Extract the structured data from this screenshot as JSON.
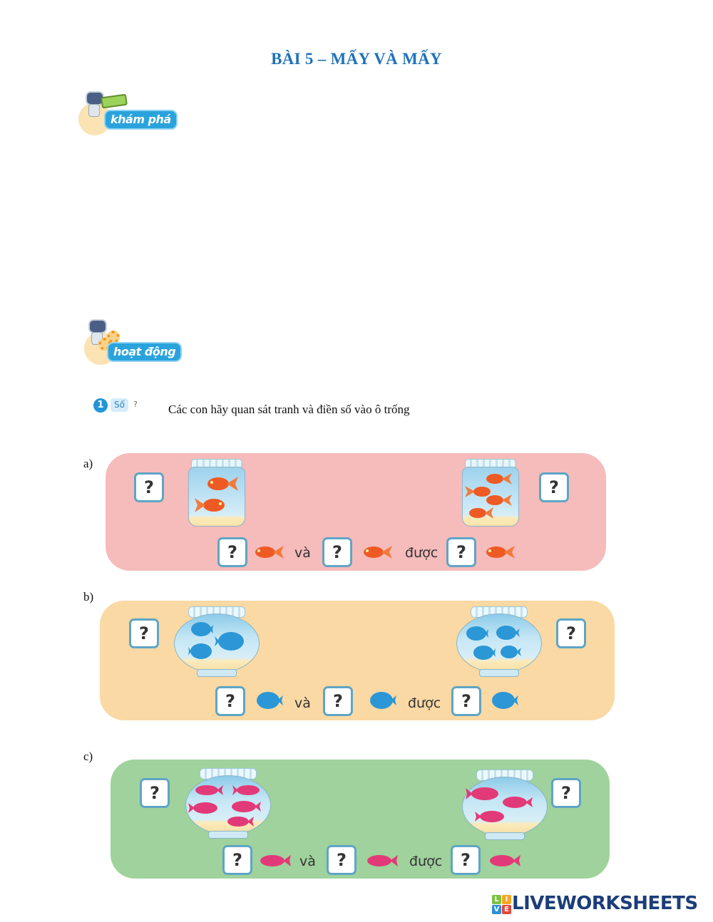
{
  "document": {
    "title": "BÀI 5 – MẤY VÀ MẤY",
    "section_badges": {
      "explore": "khám phá",
      "activity": "hoạt động"
    },
    "task": {
      "number": "1",
      "tag": "Số",
      "tag_suffix": "?",
      "instruction": "Các con hãy quan sát tranh và điền số vào ô trống"
    },
    "parts": [
      {
        "label": "a)",
        "fish_kind": "orange goldfish",
        "left_container": "jar",
        "right_container": "jar",
        "left_fish_count_shown": 2,
        "right_fish_count_shown": 4,
        "left_box": "?",
        "right_box": "?",
        "equation": {
          "box1": "?",
          "word1": "và",
          "box2": "?",
          "word2": "được",
          "box3": "?"
        }
      },
      {
        "label": "b)",
        "fish_kind": "blue fish",
        "left_container": "bowl",
        "right_container": "bowl",
        "left_fish_count_shown": 3,
        "right_fish_count_shown": 4,
        "left_box": "?",
        "right_box": "?",
        "equation": {
          "box1": "?",
          "word1": "và",
          "box2": "?",
          "word2": "được",
          "box3": "?"
        }
      },
      {
        "label": "c)",
        "fish_kind": "pink fish",
        "left_container": "bowl",
        "right_container": "bowl",
        "left_fish_count_shown": 5,
        "right_fish_count_shown": 3,
        "left_box": "?",
        "right_box": "?",
        "equation": {
          "box1": "?",
          "word1": "và",
          "box2": "?",
          "word2": "được",
          "box3": "?"
        }
      }
    ],
    "colors": {
      "title": "#1f72b8",
      "panel_a": "#f6bbbb",
      "panel_b": "#fad9a4",
      "panel_c": "#9fd29c",
      "box_border": "#5fa5c5",
      "fish_orange": "#ee5a24",
      "fish_blue": "#2b97d6",
      "fish_pink": "#e23a78"
    },
    "footer": {
      "logo_letters": [
        "L",
        "I",
        "V",
        "E"
      ],
      "logo_text": "LIVEWORKSHEETS"
    }
  }
}
